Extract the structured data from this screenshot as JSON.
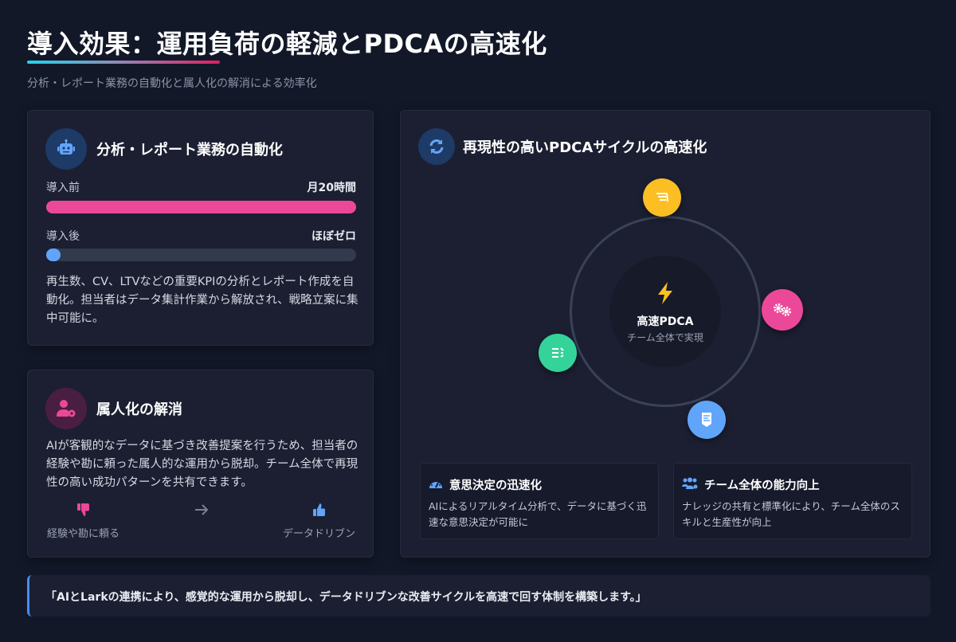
{
  "header": {
    "title": "導入効果：運用負荷の軽減とPDCAの高速化",
    "subtitle": "分析・レポート業務の自動化と属人化の解消による効率化"
  },
  "colors": {
    "background": "#121828",
    "card": "#1b1f31",
    "pink": "#ec4899",
    "blue": "#60a5fa",
    "yellow": "#fbbf24",
    "green": "#34d399",
    "underline_gradient": [
      "#22d3ee",
      "#e11d62"
    ]
  },
  "automation_card": {
    "icon": "robot-icon",
    "title": "分析・レポート業務の自動化",
    "before": {
      "label": "導入前",
      "value": "月20時間",
      "percent": 100,
      "color": "#ec4899"
    },
    "after": {
      "label": "導入後",
      "value": "ほぼゼロ",
      "percent": 4,
      "color": "#60a5fa"
    },
    "description": "再生数、CV、LTVなどの重要KPIの分析とレポート作成を自動化。担当者はデータ集計作業から解放され、戦略立案に集中可能に。"
  },
  "deperson_card": {
    "icon": "user-gear-icon",
    "title": "属人化の解消",
    "description": "AIが客観的なデータに基づき改善提案を行うため、担当者の経験や勘に頼った属人的な運用から脱却。チーム全体で再現性の高い成功パターンを共有できます。",
    "from": {
      "icon": "thumbs-down-icon",
      "label": "経験や勘に頼る"
    },
    "arrow": "arrow-right-icon",
    "to": {
      "icon": "thumbs-up-icon",
      "label": "データドリブン"
    }
  },
  "pdca_card": {
    "icon": "sync-icon",
    "title": "再現性の高いPDCAサイクルの高速化",
    "core": {
      "icon": "bolt-icon",
      "title": "高速PDCA",
      "subtitle": "チーム全体で実現"
    },
    "nodes": [
      {
        "name": "plan",
        "icon": "list-icon",
        "color": "#fbbf24"
      },
      {
        "name": "do",
        "icon": "gears-icon",
        "color": "#ec4899"
      },
      {
        "name": "check",
        "icon": "report-icon",
        "color": "#60a5fa"
      },
      {
        "name": "act",
        "icon": "tasks-icon",
        "color": "#34d399"
      }
    ],
    "features": [
      {
        "icon": "gauge-icon",
        "title": "意思決定の迅速化",
        "text": "AIによるリアルタイム分析で、データに基づく迅速な意思決定が可能に"
      },
      {
        "icon": "team-icon",
        "title": "チーム全体の能力向上",
        "text": "ナレッジの共有と標準化により、チーム全体のスキルと生産性が向上"
      }
    ]
  },
  "quote": {
    "text": "「AIとLarkの連携により、感覚的な運用から脱却し、データドリブンな改善サイクルを高速で回す体制を構築します。」"
  }
}
